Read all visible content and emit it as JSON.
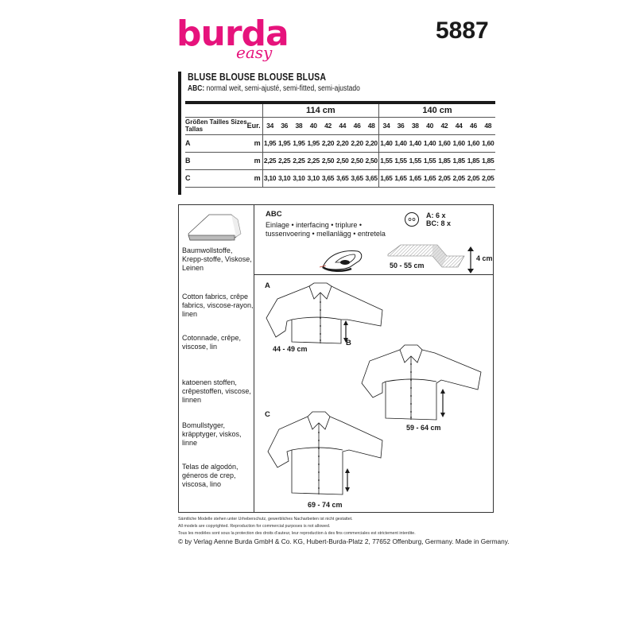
{
  "brand": {
    "name": "burda",
    "line": "easy",
    "color": "#e6137c"
  },
  "pattern_number": "5887",
  "title": "BLUSE BLOUSE BLOUSE BLUSA",
  "fit": {
    "label": "ABC:",
    "text": "normal weit, semi-ajusté, semi-fitted, semi-ajustado"
  },
  "size_table": {
    "size_header": [
      "Größen Tailles Sizes",
      "Tallas"
    ],
    "eur_label": "Eur.",
    "widths": [
      "114 cm",
      "140 cm"
    ],
    "sizes": [
      "34",
      "36",
      "38",
      "40",
      "42",
      "44",
      "46",
      "48"
    ],
    "unit": "m",
    "rows": [
      {
        "view": "A",
        "w114": [
          "1,95",
          "1,95",
          "1,95",
          "1,95",
          "2,20",
          "2,20",
          "2,20",
          "2,20"
        ],
        "w140": [
          "1,40",
          "1,40",
          "1,40",
          "1,40",
          "1,60",
          "1,60",
          "1,60",
          "1,60"
        ]
      },
      {
        "view": "B",
        "w114": [
          "2,25",
          "2,25",
          "2,25",
          "2,25",
          "2,50",
          "2,50",
          "2,50",
          "2,50"
        ],
        "w140": [
          "1,55",
          "1,55",
          "1,55",
          "1,55",
          "1,85",
          "1,85",
          "1,85",
          "1,85"
        ]
      },
      {
        "view": "C",
        "w114": [
          "3,10",
          "3,10",
          "3,10",
          "3,10",
          "3,65",
          "3,65",
          "3,65",
          "3,65"
        ],
        "w140": [
          "1,65",
          "1,65",
          "1,65",
          "1,65",
          "2,05",
          "2,05",
          "2,05",
          "2,05"
        ]
      }
    ]
  },
  "fabrics": [
    "Baumwollstoffe, Krepp-stoffe, Viskose, Leinen",
    "Cotton fabrics, crêpe fabrics, viscose-rayon, linen",
    "Cotonnade, crêpe, viscose, lin",
    "katoenen stoffen, crêpestoffen, viscose, linnen",
    "Bomullstyger, kräpptyger, viskos, linne",
    "Telas de algodón, géneros de crep, viscosa, lino"
  ],
  "notions": {
    "views": "ABC",
    "interfacing": "Einlage • interfacing • triplure • tussenvoering • mellanlägg • entretela",
    "buttons": [
      "A: 6 x",
      "BC: 8 x"
    ],
    "bias_length": "50 - 55 cm",
    "bias_width": "4 cm"
  },
  "garments": [
    {
      "view": "A",
      "length": "44 - 49 cm"
    },
    {
      "view": "B",
      "length": "59 - 64 cm"
    },
    {
      "view": "C",
      "length": "69 - 74 cm"
    }
  ],
  "footer": {
    "legal": [
      "Sämtliche Modelle stehen unter Urheberschutz, gewerbliches Nacharbeiten ist nicht gestattet.",
      "All models are copyrighted. Reproduction for commercial purposes is not allowed.",
      "Tous les modèles sont sous la protection des droits d'auteur, leur reproduction à des fins commerciales est strictement interdite."
    ],
    "copyright": "© by Verlag Aenne Burda GmbH & Co. KG, Hubert-Burda-Platz 2, 77652 Offenburg, Germany. Made in Germany."
  }
}
